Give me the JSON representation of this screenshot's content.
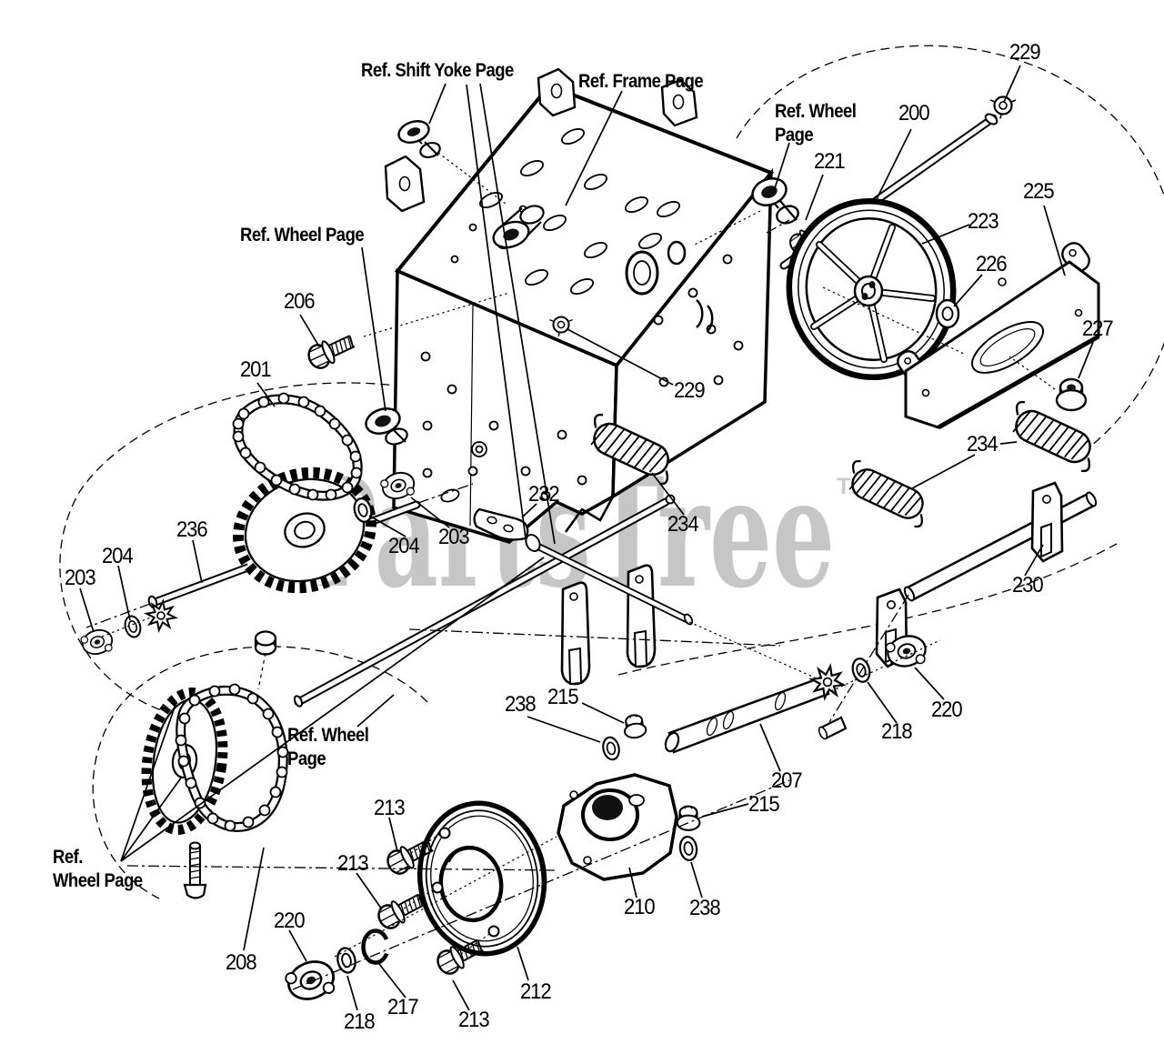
{
  "colors": {
    "background": "#ffffff",
    "line": "#000000",
    "watermark": "#c6c6c6"
  },
  "watermark": {
    "text": "PartsTree",
    "tm": "TM"
  },
  "labels": {
    "refs": [
      {
        "id": "shift-yoke",
        "text": "Ref. Shift Yoke Page"
      },
      {
        "id": "frame",
        "text": "Ref. Frame Page"
      },
      {
        "id": "wheel-top",
        "text": "Ref. Wheel\nPage"
      },
      {
        "id": "wheel-left",
        "text": "Ref. Wheel Page"
      },
      {
        "id": "wheel-center",
        "text": "Ref. Wheel\nPage"
      },
      {
        "id": "wheel-bottom",
        "text": "Ref.\nWheel Page"
      }
    ],
    "parts": [
      "229",
      "200",
      "221",
      "225",
      "223",
      "226",
      "227",
      "206",
      "201",
      "229",
      "232",
      "234",
      "234",
      "203",
      "204",
      "236",
      "204",
      "203",
      "230",
      "220",
      "218",
      "238",
      "215",
      "207",
      "215",
      "213",
      "213",
      "210",
      "238",
      "208",
      "220",
      "218",
      "217",
      "213",
      "212"
    ]
  }
}
